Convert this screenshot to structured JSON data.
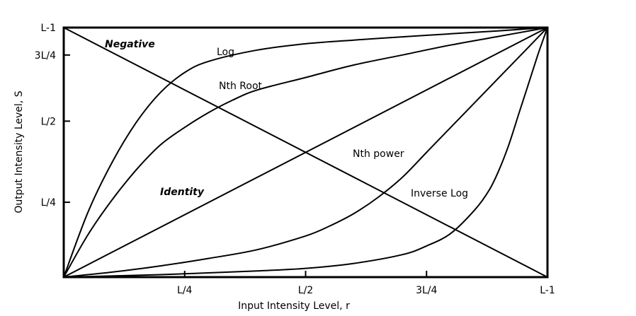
{
  "chart_data": {
    "type": "line",
    "xlabel": "Input Intensity Level, r",
    "ylabel": "Output Intensity Level, S",
    "xlim": [
      0,
      1
    ],
    "ylim": [
      0,
      1
    ],
    "grid": false,
    "legend": "none",
    "x_ticks": [
      {
        "value": 0.25,
        "label": "L/4"
      },
      {
        "value": 0.5,
        "label": "L/2"
      },
      {
        "value": 0.75,
        "label": "3L/4"
      },
      {
        "value": 1.0,
        "label": "L-1"
      }
    ],
    "y_ticks": [
      {
        "value": 0.3,
        "label": "L/4"
      },
      {
        "value": 0.625,
        "label": "L/2"
      },
      {
        "value": 0.89,
        "label": "3L/4"
      },
      {
        "value": 1.0,
        "label": "L-1"
      }
    ],
    "series": [
      {
        "name": "Negative",
        "style": "bold-italic",
        "x": [
          0,
          1
        ],
        "y": [
          1,
          0
        ]
      },
      {
        "name": "Identity",
        "style": "bold-italic",
        "x": [
          0,
          1
        ],
        "y": [
          0,
          1
        ]
      },
      {
        "name": "Log",
        "style": "normal",
        "x": [
          0,
          0.05,
          0.1,
          0.15,
          0.2,
          0.25,
          0.3,
          0.4,
          0.5,
          0.6,
          0.7,
          0.8,
          0.9,
          1.0
        ],
        "y": [
          0,
          0.26,
          0.46,
          0.62,
          0.74,
          0.82,
          0.865,
          0.91,
          0.935,
          0.95,
          0.963,
          0.975,
          0.987,
          1.0
        ]
      },
      {
        "name": "Nth Root",
        "style": "normal",
        "x": [
          0,
          0.05,
          0.1,
          0.15,
          0.2,
          0.25,
          0.3,
          0.35,
          0.4,
          0.5,
          0.6,
          0.7,
          0.8,
          0.9,
          1.0
        ],
        "y": [
          0,
          0.17,
          0.31,
          0.43,
          0.53,
          0.6,
          0.66,
          0.71,
          0.75,
          0.8,
          0.85,
          0.89,
          0.93,
          0.965,
          1.0
        ]
      },
      {
        "name": "Nth power",
        "style": "normal",
        "x": [
          0,
          0.1,
          0.2,
          0.3,
          0.4,
          0.5,
          0.55,
          0.6,
          0.65,
          0.7,
          0.75,
          0.8,
          0.85,
          0.9,
          0.95,
          1.0
        ],
        "y": [
          0,
          0.02,
          0.045,
          0.075,
          0.11,
          0.165,
          0.205,
          0.255,
          0.32,
          0.4,
          0.5,
          0.6,
          0.7,
          0.8,
          0.9,
          1.0
        ]
      },
      {
        "name": "Inverse Log",
        "style": "normal",
        "x": [
          0,
          0.2,
          0.4,
          0.5,
          0.6,
          0.7,
          0.75,
          0.8,
          0.85,
          0.88,
          0.9,
          0.92,
          0.94,
          0.96,
          0.98,
          1.0
        ],
        "y": [
          0,
          0.01,
          0.025,
          0.035,
          0.055,
          0.09,
          0.125,
          0.175,
          0.27,
          0.35,
          0.43,
          0.53,
          0.65,
          0.77,
          0.89,
          1.0
        ]
      }
    ]
  }
}
